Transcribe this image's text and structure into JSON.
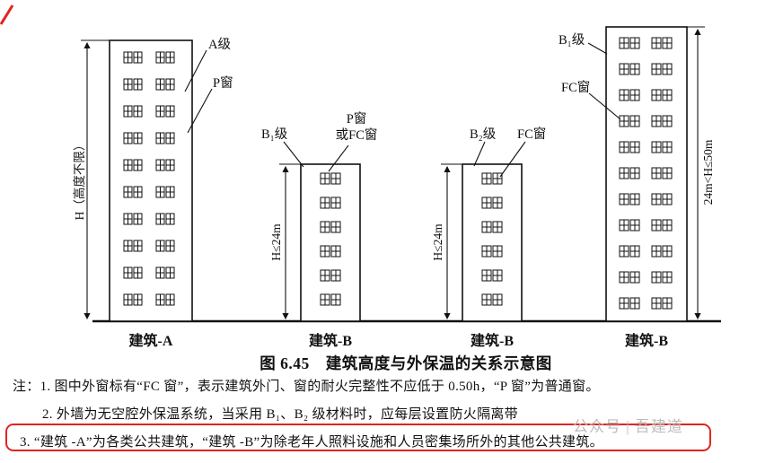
{
  "figure": {
    "caption": "图 6.45　建筑高度与外保温的关系示意图",
    "buildings": [
      {
        "label": "建筑-A",
        "floors": 10,
        "window_groups_per_floor": 2,
        "height_label": "H（高度不限）",
        "grade_label": "A级",
        "window_label": "P窗"
      },
      {
        "label": "建筑-B",
        "floors": 6,
        "window_groups_per_floor": 1,
        "height_label": "H≤24m",
        "grade_label": "B₁级",
        "window_label": "P窗\n或FC窗"
      },
      {
        "label": "建筑-B",
        "floors": 6,
        "window_groups_per_floor": 1,
        "height_label": "H≤24m",
        "grade_label": "B₂级",
        "window_label": "FC窗"
      },
      {
        "label": "建筑-B",
        "floors": 11,
        "window_groups_per_floor": 2,
        "height_label": "24m<H≤50m",
        "grade_label": "B₁级",
        "window_label": "FC窗"
      }
    ]
  },
  "notes": {
    "prefix": "注：",
    "item1": "1. 图中外窗标有“FC 窗”，表示建筑外门、窗的耐火完整性不应低于 0.50h，“P 窗”为普通窗。",
    "item2": "2. 外墙为无空腔外保温系统，当采用 B₁、B₂ 级材料时，应每层设置防火隔离带",
    "item3": "3. “建筑 -A”为各类公共建筑，“建筑 -B”为除老年人照料设施和人员密集场所外的其他公共建筑。",
    "highlight_color": "#e02420"
  },
  "watermark": "公众号 | 吾建道"
}
